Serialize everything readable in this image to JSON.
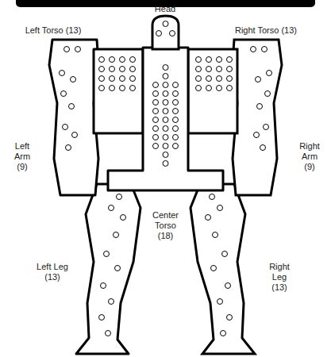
{
  "diagram": {
    "labels": [
      "Head",
      "Left Torso (13)",
      "Right Torso (13)",
      "Left Arm (9)",
      "Right Arm (9)",
      "Center Torso (18)",
      "Left Leg (13)",
      "Right Leg (13)"
    ]
  }
}
